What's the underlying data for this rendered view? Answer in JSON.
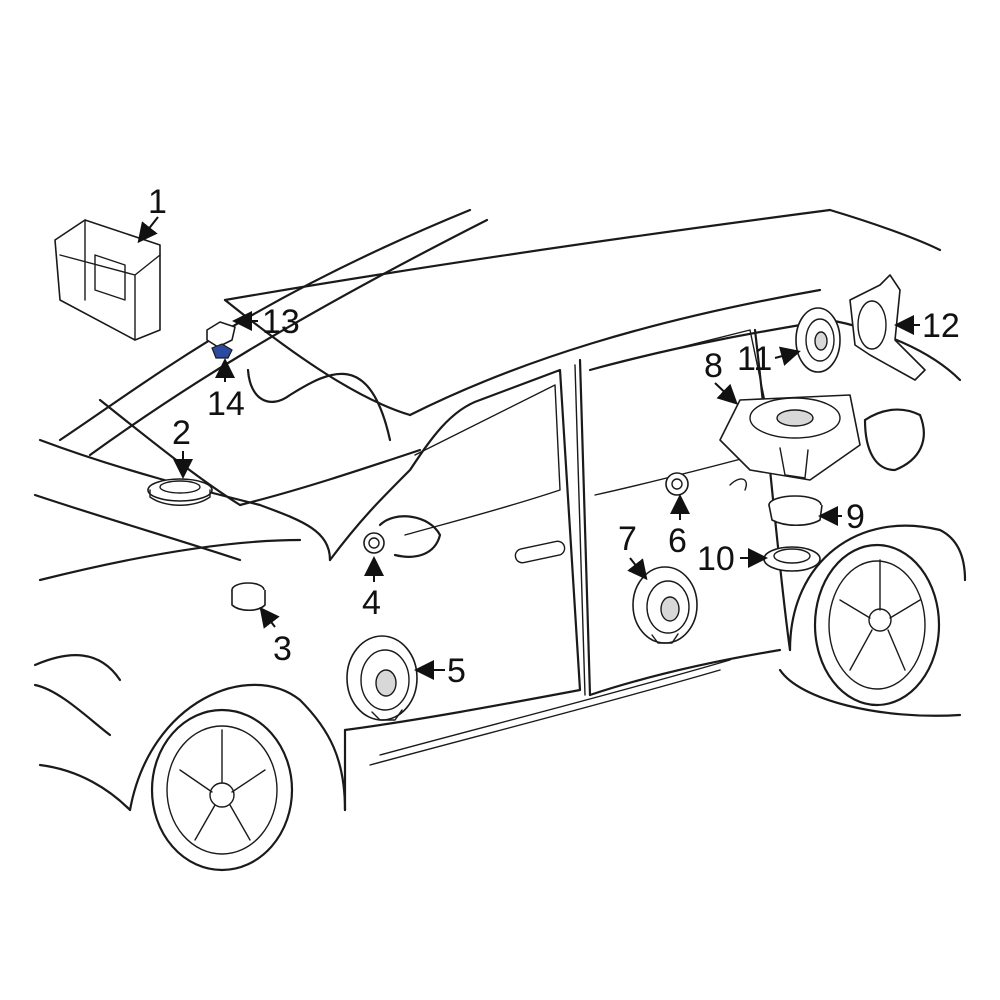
{
  "colors": {
    "line": "#1a1a1a",
    "background": "#ffffff",
    "highlight_part": "#2b4aa0"
  },
  "callouts": [
    {
      "id": "1",
      "label": "1"
    },
    {
      "id": "2",
      "label": "2"
    },
    {
      "id": "3",
      "label": "3"
    },
    {
      "id": "4",
      "label": "4"
    },
    {
      "id": "5",
      "label": "5"
    },
    {
      "id": "6",
      "label": "6"
    },
    {
      "id": "7",
      "label": "7"
    },
    {
      "id": "8",
      "label": "8"
    },
    {
      "id": "9",
      "label": "9"
    },
    {
      "id": "10",
      "label": "10"
    },
    {
      "id": "11",
      "label": "11"
    },
    {
      "id": "12",
      "label": "12"
    },
    {
      "id": "13",
      "label": "13"
    },
    {
      "id": "14",
      "label": "14"
    }
  ]
}
